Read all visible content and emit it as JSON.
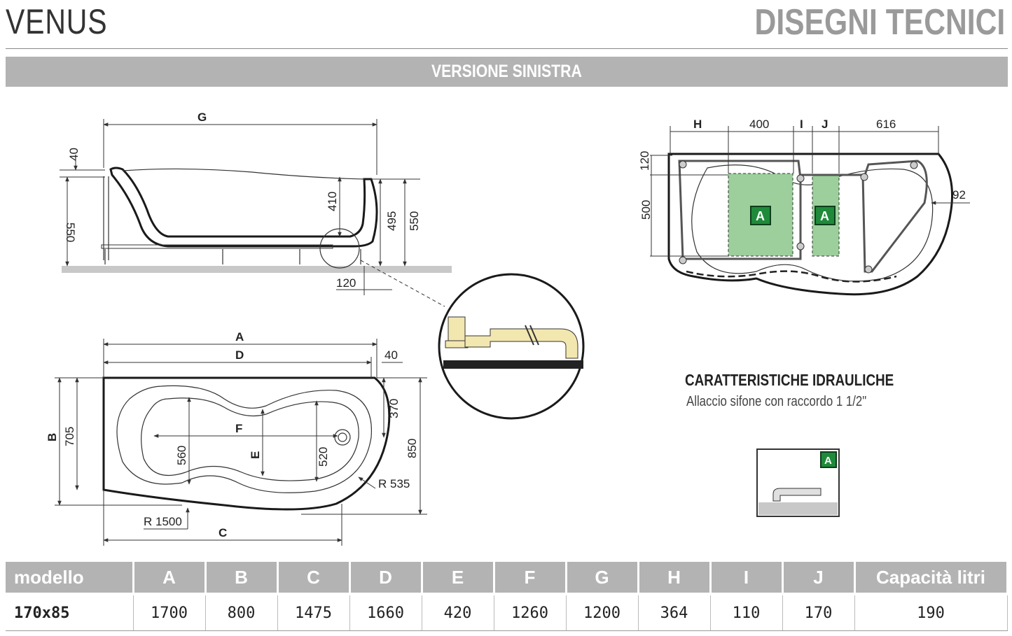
{
  "header": {
    "product_name": "VENUS",
    "section_title": "DISEGNI TECNICI",
    "version": "VERSIONE SINISTRA"
  },
  "side_view": {
    "labels": {
      "G": "G",
      "d40": "40",
      "d550_left": "550",
      "d410": "410",
      "d495": "495",
      "d550_right": "550",
      "d120": "120"
    }
  },
  "top_view": {
    "labels": {
      "A": "A",
      "D": "D",
      "d40": "40",
      "B": "B",
      "d705": "705",
      "F": "F",
      "E": "E",
      "d560": "560",
      "d520": "520",
      "d370": "370",
      "d850": "850",
      "R535": "R 535",
      "R1500": "R 1500",
      "C": "C"
    }
  },
  "frame_view": {
    "labels": {
      "H": "H",
      "d400": "400",
      "I": "I",
      "J": "J",
      "d616": "616",
      "d120": "120",
      "d500": "500",
      "d92": "92",
      "zoneA1": "A",
      "zoneA2": "A"
    }
  },
  "hydraulics": {
    "title": "CARATTERISTICHE IDRAULICHE",
    "description": "Allaccio sifone con raccordo 1 1/2\"",
    "badge": "A"
  },
  "colors": {
    "zone_green": "#9ccf9c",
    "badge_green": "#1f8a3a",
    "pipe_cream": "#f3e7b0",
    "table_header": "#b3b3b3"
  },
  "spec_table": {
    "headers": [
      "modello",
      "A",
      "B",
      "C",
      "D",
      "E",
      "F",
      "G",
      "H",
      "I",
      "J",
      "Capacità litri"
    ],
    "rows": [
      [
        "170x85",
        "1700",
        "800",
        "1475",
        "1660",
        "420",
        "1260",
        "1200",
        "364",
        "110",
        "170",
        "190"
      ]
    ]
  }
}
